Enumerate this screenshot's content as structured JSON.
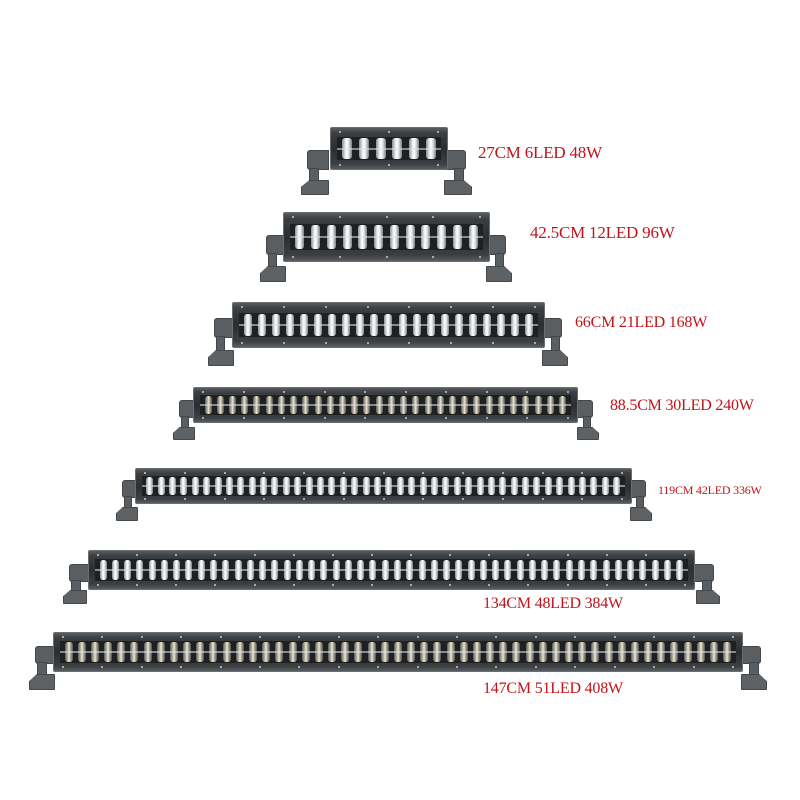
{
  "background_color": "#ffffff",
  "label_color": "#c0141b",
  "products": [
    {
      "label": "27CM 6LED 48W",
      "length_cm": "27",
      "led_count": 6,
      "wattage": "48W"
    },
    {
      "label": "42.5CM 12LED 96W",
      "length_cm": "42.5",
      "led_count": 12,
      "wattage": "96W"
    },
    {
      "label": "66CM 21LED 168W",
      "length_cm": "66",
      "led_count": 21,
      "wattage": "168W"
    },
    {
      "label": "88.5CM 30LED 240W",
      "length_cm": "88.5",
      "led_count": 30,
      "wattage": "240W"
    },
    {
      "label": "119CM 42LED 336W",
      "length_cm": "119",
      "led_count": 42,
      "wattage": "336W"
    },
    {
      "label": "134CM 48LED 384W",
      "length_cm": "134",
      "led_count": 48,
      "wattage": "384W"
    },
    {
      "label": "147CM 51LED 408W",
      "length_cm": "147",
      "led_count": 51,
      "wattage": "408W"
    }
  ]
}
